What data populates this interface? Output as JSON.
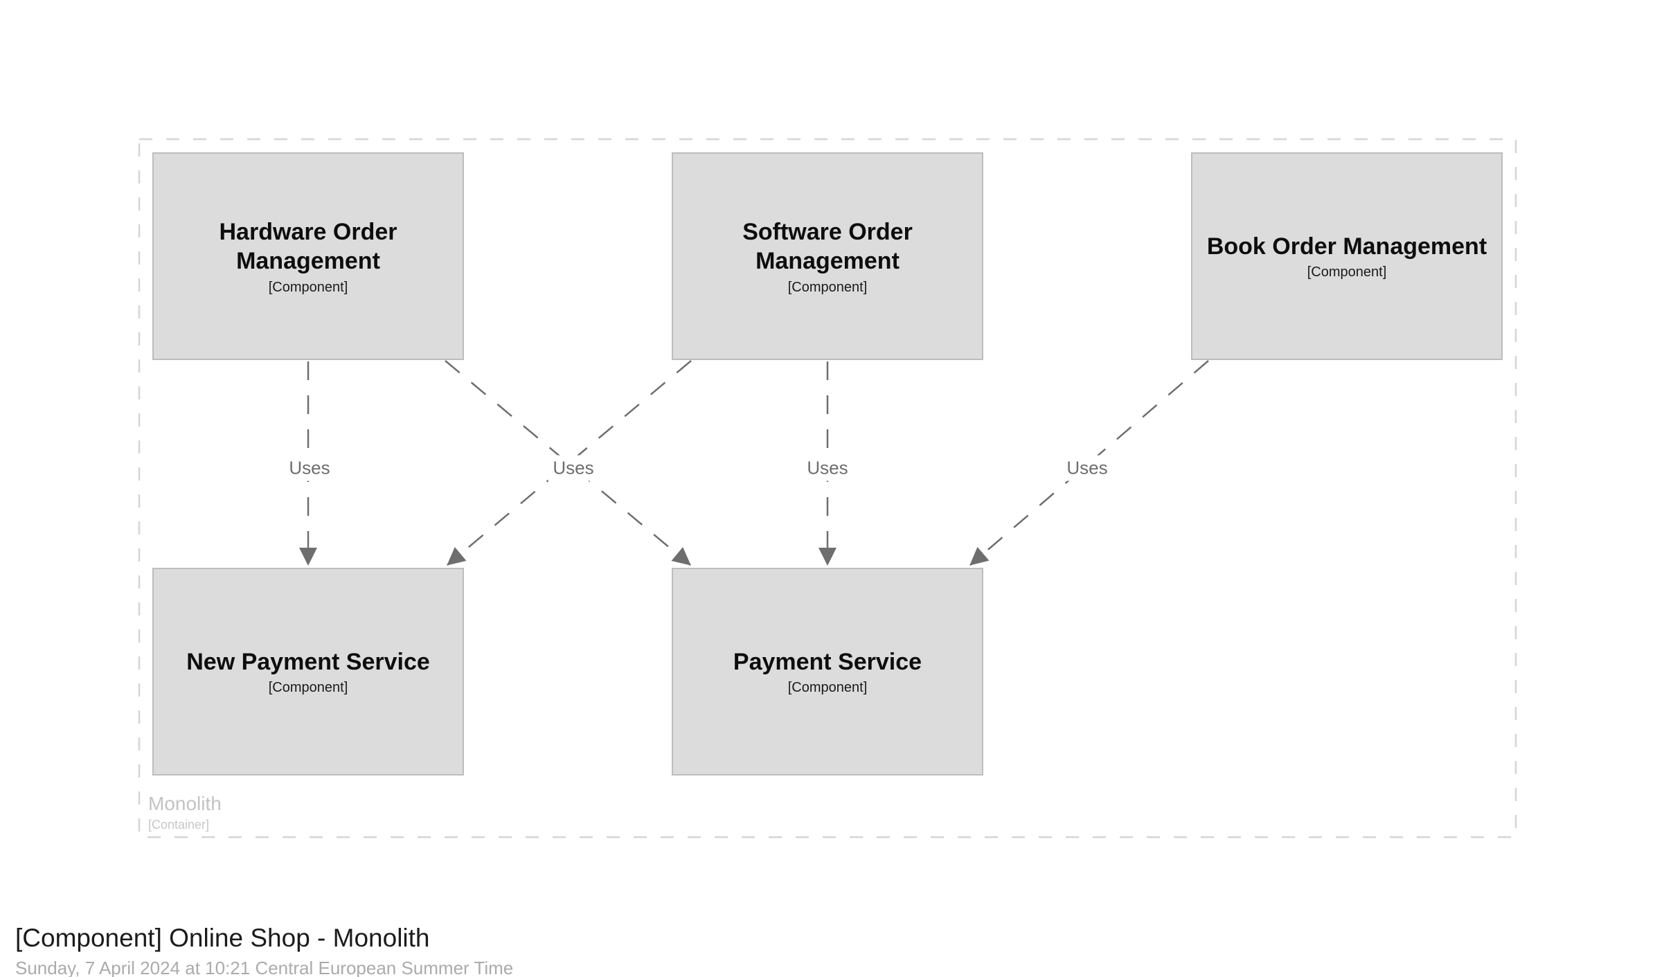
{
  "diagram": {
    "kind": "C4 component diagram",
    "container": {
      "name": "Monolith",
      "meta": "[Container]"
    },
    "nodes": [
      {
        "name": "Hardware Order Management",
        "meta": "[Component]"
      },
      {
        "name": "Software Order Management",
        "meta": "[Component]"
      },
      {
        "name": "Book Order Management",
        "meta": "[Component]"
      },
      {
        "name": "New Payment Service",
        "meta": "[Component]"
      },
      {
        "name": "Payment Service",
        "meta": "[Component]"
      }
    ],
    "relationships": [
      {
        "from": "Hardware Order Management",
        "to": "New Payment Service",
        "label": "Uses"
      },
      {
        "from": "Hardware Order Management",
        "to": "Payment Service",
        "label": "Uses"
      },
      {
        "from": "Software Order Management",
        "to": "New Payment Service",
        "label": "Uses"
      },
      {
        "from": "Software Order Management",
        "to": "Payment Service",
        "label": "Uses"
      },
      {
        "from": "Book Order Management",
        "to": "Payment Service",
        "label": "Uses"
      }
    ],
    "colors": {
      "node_fill": "#dcdcdc",
      "node_border": "#bdbdbd",
      "relationship_line": "#6e6e6e",
      "boundary_border": "#d5d5d5",
      "boundary_text": "#c3c3c3",
      "title_text": "#1b1b1b",
      "subtitle_text": "#ababab"
    }
  },
  "footer": {
    "title": "[Component] Online Shop - Monolith",
    "subtitle": "Sunday, 7 April 2024 at 10:21 Central European Summer Time"
  }
}
